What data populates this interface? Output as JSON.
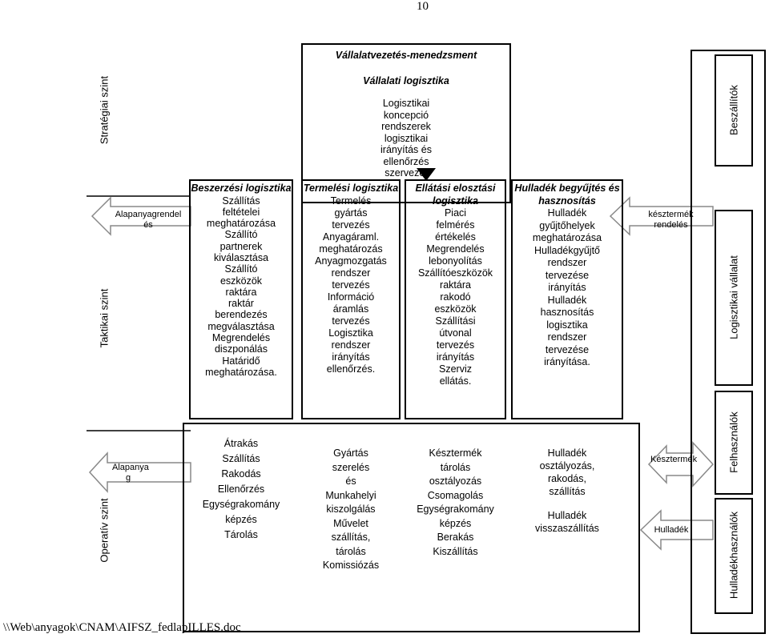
{
  "page_number": "10",
  "footer_path": "\\\\Web\\anyagok\\CNAM\\AIFSZ_fedlapILLES.doc",
  "levels": {
    "strategic": "Stratégiai szint",
    "tactical": "Taktikai szint",
    "operative": "Operatív szint"
  },
  "left_arrows": {
    "top": "Alapanyagrendel és",
    "bottom": "Alapanya g"
  },
  "top_box": {
    "title": "Vállalatvezetés-menedzsment",
    "subtitle": "Vállalati logisztika",
    "lines": [
      "Logisztikai",
      "koncepció",
      "rendszerek",
      "logisztikai",
      "irányítás és",
      "ellenőrzés",
      "szervezet"
    ]
  },
  "columns": [
    {
      "title": "Beszerzési logisztika",
      "tactical": [
        "Szállítás",
        "feltételei",
        "meghatározása",
        "Szállító",
        "partnerek",
        "kiválasztása",
        "Szállító",
        "eszközök",
        "raktára",
        "raktár",
        "berendezés",
        "megválasztása",
        "Megrendelés",
        "diszponálás",
        "Határidő",
        "meghatározása."
      ],
      "operative": [
        "Átrakás",
        "Szállítás",
        "Rakodás",
        "Ellenőrzés",
        "Egységrakomány",
        "képzés",
        "Tárolás"
      ]
    },
    {
      "title": "Termelési logisztika",
      "tactical": [
        "Termelés",
        "gyártás",
        "tervezés",
        "Anyagáraml.",
        "meghatározás",
        "Anyagmozgatás",
        "rendszer",
        "tervezés",
        "Információ",
        "áramlás",
        "tervezés",
        "Logisztika",
        "rendszer",
        "irányítás",
        "ellenőrzés."
      ],
      "operative": [
        "Gyártás",
        "szerelés",
        "és",
        "Munkahelyi",
        "kiszolgálás",
        "Művelet",
        "szállítás,",
        "tárolás",
        "Komissiózás"
      ]
    },
    {
      "title": "Ellátási elosztási logisztika",
      "tactical": [
        "Piaci",
        "felmérés",
        "értékelés",
        "Megrendelés",
        "lebonyolítás",
        "Szállítóeszközök",
        "raktára",
        "rakodó",
        "eszközök",
        "Szállítási",
        "útvonal",
        "tervezés",
        "irányítás",
        "Szerviz",
        "ellátás."
      ],
      "operative": [
        "Késztermék",
        "tárolás",
        "osztályozás",
        "Csomagolás",
        "Egységrakomány",
        "képzés",
        "Berakás",
        "Kiszállítás"
      ]
    },
    {
      "title": "Hulladék begyűjtés és hasznosítás",
      "tactical": [
        "Hulladék",
        "gyűjtőhelyek",
        "meghatározása",
        "Hulladékgyűjtő",
        "rendszer",
        "tervezése",
        "irányítás",
        "Hulladék",
        "hasznosítás",
        "logisztika",
        "rendszer",
        "tervezése",
        "irányítása."
      ],
      "operative_a": [
        "Hulladék",
        "osztályozás,",
        "rakodás,",
        "szállítás"
      ],
      "operative_b": [
        "Hulladék",
        "visszaszállítás"
      ]
    }
  ],
  "right_arrows": {
    "top": "késztermék rendelés",
    "mid": "Késztermék",
    "bottom": "Hulladék"
  },
  "right_column": {
    "suppliers": "Beszállítók",
    "company": "Logisztikai vállalat",
    "users": "Felhasználók",
    "waste_users": "Hulladékhasználók"
  }
}
